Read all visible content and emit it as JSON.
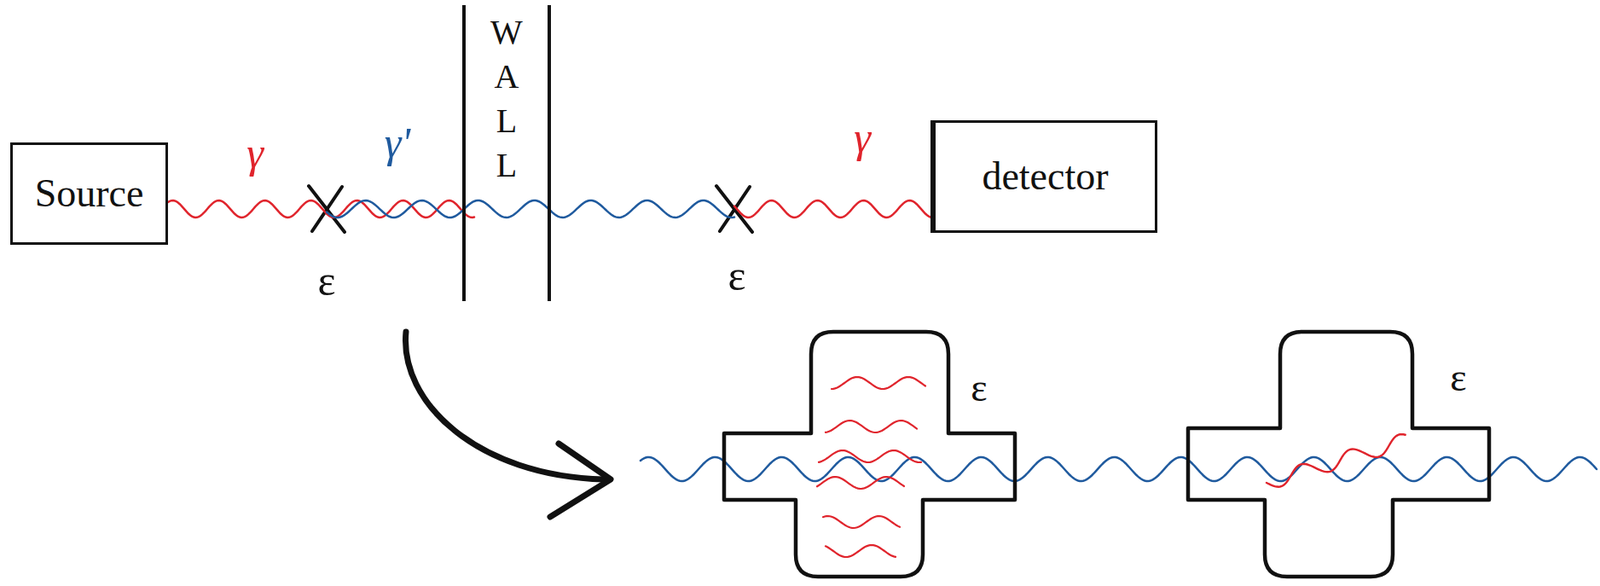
{
  "diagram": {
    "nodes": [
      {
        "text": [
          "Source"
        ]
      },
      {
        "text": [
          "W A L L"
        ]
      },
      {
        "text": [
          "detector"
        ]
      },
      {
        "text": [
          "ε"
        ]
      },
      {
        "text": [
          "ε"
        ]
      }
    ],
    "edges": [
      {
        "from": 0,
        "to": 1,
        "arrow": "none"
      },
      {
        "from": 1,
        "to": 2,
        "arrow": "none"
      },
      {
        "from": 3,
        "to": 4,
        "arrow": "none"
      }
    ],
    "labels": [
      "γ",
      "γ'",
      "ε",
      "ε",
      "γ"
    ]
  }
}
